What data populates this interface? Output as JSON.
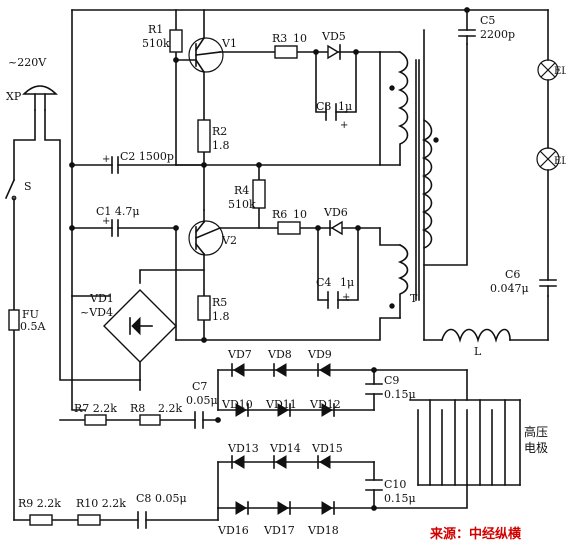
{
  "labels": {
    "r1": "R1",
    "r1v": "510k",
    "v1": "V1",
    "v2": "V2",
    "r3": "R3",
    "r3v": "10",
    "vd5": "VD5",
    "vd6": "VD6",
    "c3": "C3",
    "c3v": "1μ",
    "c5": "C5",
    "c5v": "2200p",
    "el1": "EL",
    "el2": "EL",
    "mains": "~220V",
    "xp": "XP",
    "s": "S",
    "r2": "R2",
    "r2v": "1.8",
    "c2": "C2 1500p",
    "r4": "R4",
    "r4v": "510k",
    "c1": "C1 4.7μ",
    "r6": "R6",
    "r6v": "10",
    "c4": "C4",
    "c4v": "1μ",
    "t": "T",
    "c6": "C6",
    "c6v": "0.047μ",
    "vd1": "VD1",
    "vd1b": "~VD4",
    "fu": "FU",
    "fuv": "0.5A",
    "r5": "R5",
    "r5v": "1.8",
    "l": "L",
    "vd7": "VD7",
    "vd8": "VD8",
    "vd9": "VD9",
    "c7": "C7",
    "c7v": "0.05μ",
    "vd10": "VD10",
    "vd11": "VD11",
    "vd12": "VD12",
    "c9": "C9",
    "c9v": "0.15μ",
    "r7": "R7 2.2k",
    "r8": "R8",
    "r8v": "2.2k",
    "hv1": "高压",
    "hv2": "电极",
    "vd13": "VD13",
    "vd14": "VD14",
    "vd15": "VD15",
    "c10": "C10",
    "c10v": "0.15μ",
    "r9": "R9 2.2k",
    "r10": "R10 2.2k",
    "c8": "C8",
    "c8v": "0.05μ",
    "vd16": "VD16",
    "vd17": "VD17",
    "vd18": "VD18",
    "plus": "+",
    "source": "来源：中经纵横"
  }
}
